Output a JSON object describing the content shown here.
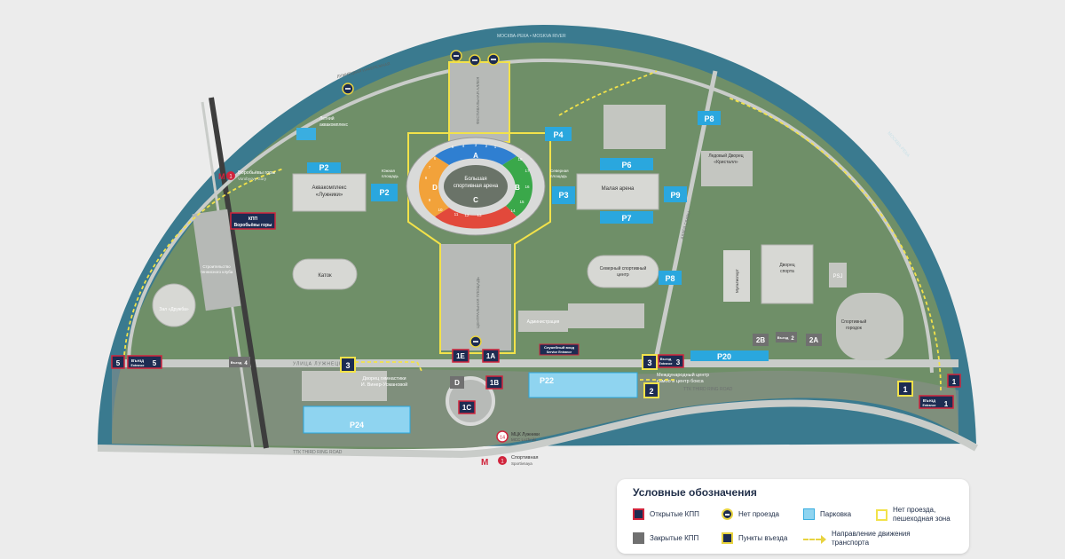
{
  "colors": {
    "water": "#3a7a8f",
    "land": "#6f8f68",
    "road": "#c9ccc9",
    "parking": "#2aa7de",
    "checkpoint": "#1d2c52",
    "alert_red": "#d0243c",
    "pedestrian_yellow": "#f2e24a"
  },
  "rivers": {
    "moskva_top": "МОСКВА-РЕКА • MOSKVA RIVER",
    "moskva_right": "МОСКВА-РЕКА"
  },
  "roads": {
    "luzhnetskaya": "УЛИЦА ЛУЖНЕЦКАЯ",
    "ttk": "ТТК  THIRD RING ROAD",
    "ttk_right": "ТТК  THIRD RING ROAD",
    "embankment": "ЛУЖНЕЦКАЯ НАБЕРЕЖНАЯ"
  },
  "areas": {
    "main_square": "ЦЕНТРАЛЬНАЯ ПЛОЩАДЬ",
    "festival_alley": "ФЕСТИВАЛЬНАЯ АЛЛЕЯ",
    "south_square_1": "Южная",
    "south_square_2": "площадь",
    "north_square_1": "Северная",
    "north_square_2": "площадь",
    "alley_glory": "АЛЛЕЯ СЛАВЫ"
  },
  "buildings": {
    "summer_aqua_1": "Летний",
    "summer_aqua_2": "аквакомплекс",
    "aqua_complex_1": "Аквакомплекс",
    "aqua_complex_2": "«Лужники»",
    "big_arena_1": "Большая",
    "big_arena_2": "спортивная арена",
    "small_arena": "Малая арена",
    "ice_palace_1": "Ледовый Дворец",
    "ice_palace_2": "«Кристалл»",
    "katok": "Каток",
    "north_center_1": "Северный спортивный",
    "north_center_2": "центр",
    "administration": "Администрация",
    "sport_palace_1": "Дворец",
    "sport_palace_2": "спорта",
    "multisport": "Мультиспорт",
    "sport_town_1": "Спортивный",
    "sport_town_2": "городок",
    "druzhba": "Зал «Дружба»",
    "tennis_1": "Строительство",
    "tennis_2": "теннисного клуба",
    "gymnastics_1": "Дворец гимнастики",
    "gymnastics_2": "И. Винер-Усмановой",
    "sambo_1": "Международный центр",
    "sambo_2": "самбо и центр бокса"
  },
  "stands": [
    "A",
    "B",
    "C",
    "D"
  ],
  "sectors": [
    "1",
    "2",
    "3",
    "4",
    "5",
    "6",
    "7",
    "8",
    "9",
    "10",
    "11",
    "12",
    "13",
    "14",
    "15",
    "16",
    "17",
    "18"
  ],
  "parking": {
    "p2a": "P2",
    "p2b": "P2",
    "p3": "P3",
    "p4": "P4",
    "p6": "P6",
    "p7": "P7",
    "p8a": "P8",
    "p8b": "P8",
    "p9": "P9",
    "p20": "P20",
    "p22": "P22",
    "p24": "P24",
    "psj": "PSJ"
  },
  "checkpoints": {
    "g1e": "1E",
    "g1a": "1A",
    "g1b": "1B",
    "g1c": "1C",
    "gd": "D",
    "g2b": "2B",
    "g2a": "2A",
    "g2box": "2",
    "g3a": "3",
    "g3b": "3",
    "g1right": "1",
    "g1far": "1",
    "g4": "4",
    "g2small": "2"
  },
  "exits": {
    "west_word": "Въезд",
    "west_en": "Entrance",
    "west_num_l": "5",
    "west_num_r": "5",
    "mid_word": "Въезд",
    "mid_en": "Entrance",
    "mid_num": "3",
    "east_word": "Въезд",
    "east_en": "Entrance",
    "east_num": "1"
  },
  "small_gates": {
    "gate4_word": "Въезд",
    "gate2_word": "Въезд"
  },
  "kpp": {
    "title": "КПП",
    "name": "Воробьёвы горы"
  },
  "service_entry": {
    "ru": "Служебный вход",
    "en": "Service Entrance"
  },
  "stations": {
    "vorobyovy_num": "1",
    "vorobyovy_ru": "Воробьёвы горы",
    "vorobyovy_en": "Vorobyovy Gory",
    "mck_num": "14",
    "mck_ru": "МЦК Лужники",
    "mck_en": "MCC Luzhniki",
    "sport_num": "1",
    "sport_ru": "Спортивная",
    "sport_en": "Sportivnaya",
    "metro_letter": "М"
  },
  "legend": {
    "title": "Условные обозначения",
    "open_kpp": "Открытые КПП",
    "closed_kpp": "Закрытые КПП",
    "no_entry": "Нет проезда",
    "entry_points": "Пункты въезда",
    "parking": "Парковка",
    "direction_1": "Направление движения",
    "direction_2": "транспорта",
    "pedestrian_1": "Нет проезда,",
    "pedestrian_2": "пешеходная зона"
  }
}
